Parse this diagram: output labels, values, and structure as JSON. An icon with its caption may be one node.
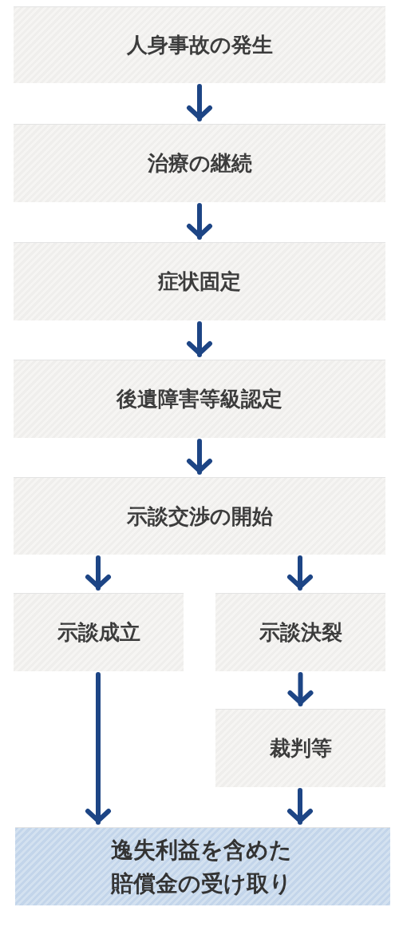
{
  "diagram": {
    "nodes": [
      {
        "text": [
          "人身事故の発生"
        ]
      },
      {
        "text": [
          "治療の継続"
        ]
      },
      {
        "text": [
          "症状固定"
        ]
      },
      {
        "text": [
          "後遺障害等級認定"
        ]
      },
      {
        "text": [
          "示談交渉の開始"
        ]
      },
      {
        "text": [
          "示談成立"
        ]
      },
      {
        "text": [
          "示談決裂"
        ]
      },
      {
        "text": [
          "裁判等"
        ]
      },
      {
        "text": [
          "逸失利益を含めた賠償金の受け取り"
        ]
      }
    ],
    "edges": [
      {
        "from": 0,
        "to": 1,
        "arrow": "to"
      },
      {
        "from": 1,
        "to": 2,
        "arrow": "to"
      },
      {
        "from": 2,
        "to": 3,
        "arrow": "to"
      },
      {
        "from": 3,
        "to": 4,
        "arrow": "to"
      },
      {
        "from": 4,
        "to": 5,
        "arrow": "to"
      },
      {
        "from": 4,
        "to": 6,
        "arrow": "to"
      },
      {
        "from": 6,
        "to": 7,
        "arrow": "to"
      },
      {
        "from": 5,
        "to": 8,
        "arrow": "to"
      },
      {
        "from": 7,
        "to": 8,
        "arrow": "to"
      }
    ]
  }
}
